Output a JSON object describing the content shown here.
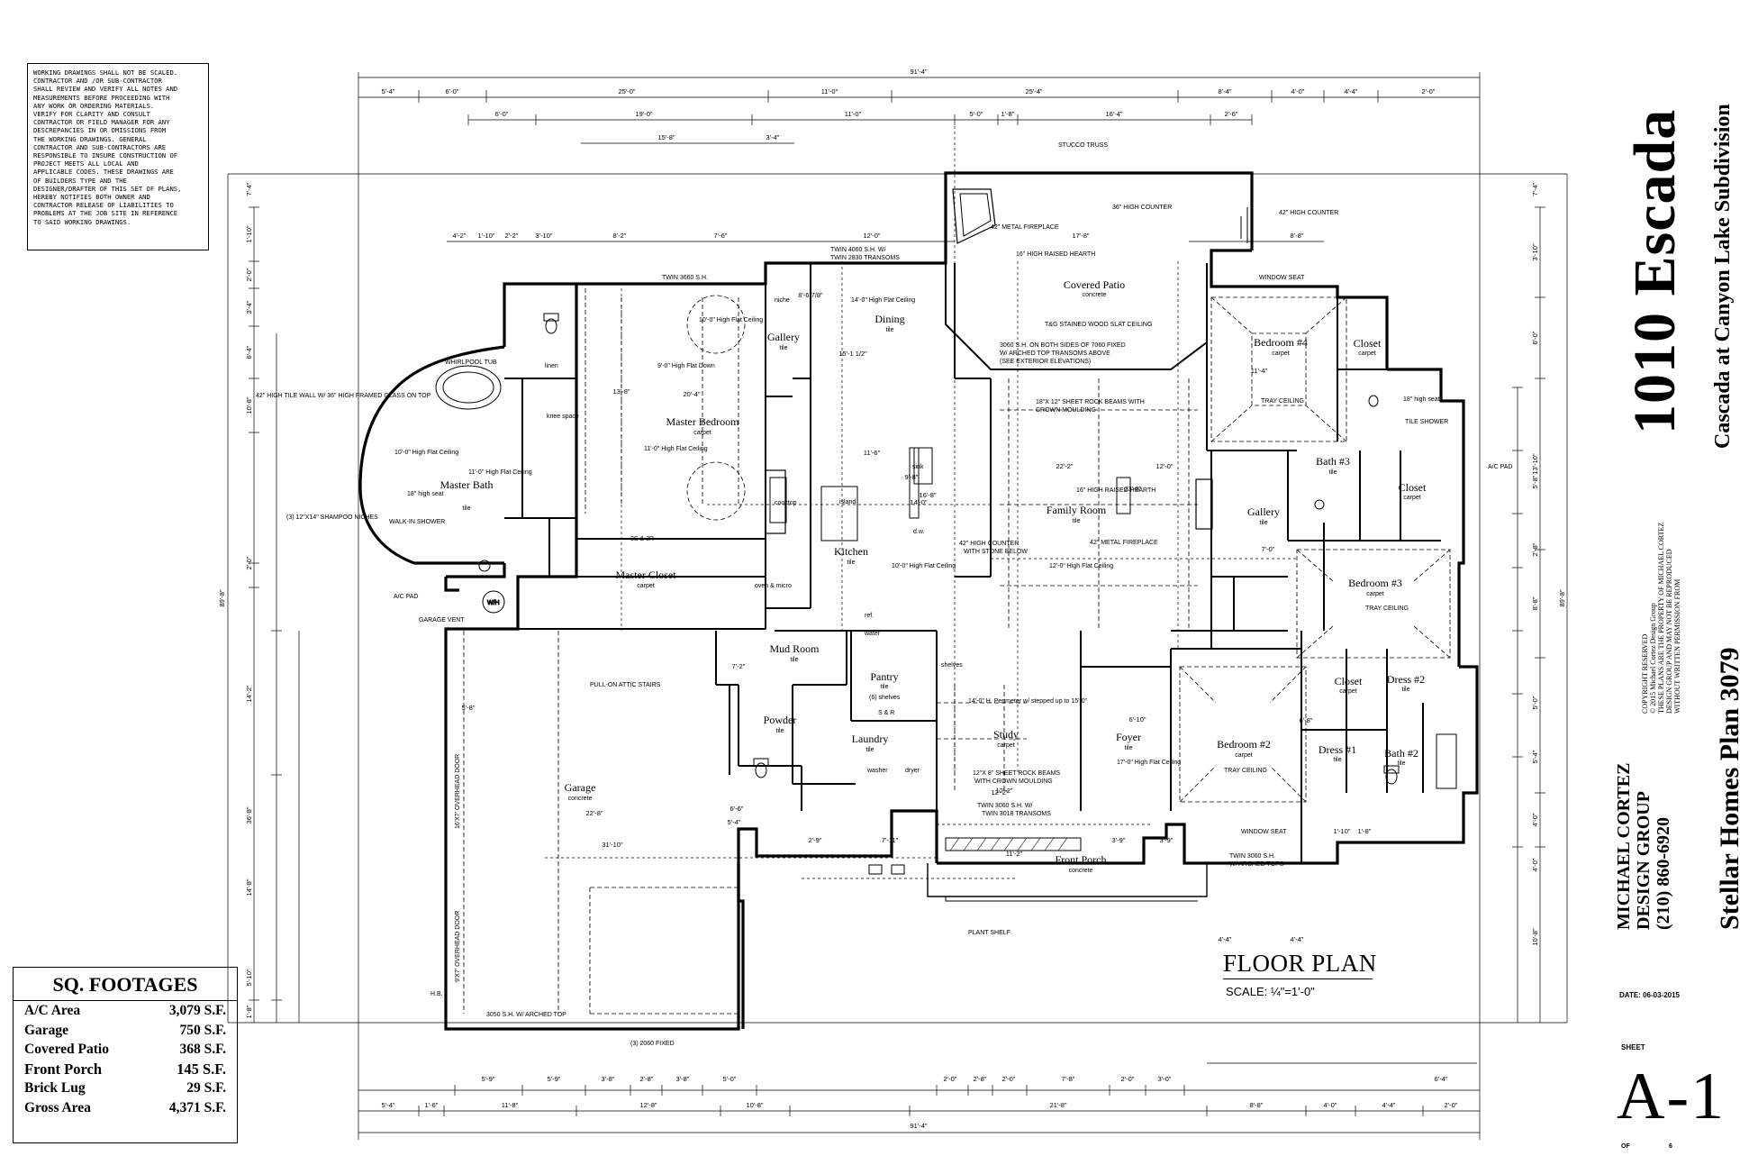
{
  "notes_box": {
    "text": "WORKING DRAWINGS SHALL NOT BE SCALED.\nCONTRACTOR AND /OR SUB-CONTRACTOR\nSHALL REVIEW AND VERIFY ALL NOTES AND\nMEASUREMENTS BEFORE PROCEEDING WITH\nANY WORK OR ORDERING MATERIALS.\nVERIFY FOR CLARITY AND CONSULT\nCONTRACTOR OR FIELD MANAGER FOR ANY\nDESCREPANCIES IN OR OMISSIONS FROM\nTHE WORKING DRAWINGS. GENERAL\nCONTRACTOR AND SUB-CONTRACTORS ARE\nRESPONSIBLE TO INSURE CONSTRUCTION OF\nPROJECT MEETS ALL LOCAL AND\nAPPLICABLE CODES. THESE DRAWINGS ARE\nOF BUILDERS TYPE AND THE\nDESIGNER/DRAFTER OF THIS SET OF PLANS,\nHEREBY NOTIFIES BOTH OWNER AND\nCONTRACTOR RELEASE OF LIABILITIES TO\nPROBLEMS AT THE JOB SITE IN REFERENCE\nTO SAID WORKING DRAWINGS."
  },
  "sq_footages": {
    "title": "SQ. FOOTAGES",
    "rows": [
      {
        "label": "A/C Area",
        "value": "3,079 S.F."
      },
      {
        "label": "Garage",
        "value": "750 S.F."
      },
      {
        "label": "Covered Patio",
        "value": "368 S.F."
      },
      {
        "label": "Front Porch",
        "value": "145 S.F."
      },
      {
        "label": "Brick Lug",
        "value": "29 S.F."
      },
      {
        "label": "Gross Area",
        "value": "4,371 S.F."
      }
    ]
  },
  "title_block": {
    "project": "1010  Escada",
    "subdivision": "Cascada at Canyon Lake Subdivision",
    "designer": "MICHAEL CORTEZ\nDESIGN GROUP\n(210) 860-6920",
    "plan": "Stellar Homes Plan 3079",
    "copyright": "COPYRIGHT RESERVED\n© 2015 Michael Cortez Design Group\nTHESE PLANS ARE THE PROPERTY OF MICHAEL CORTEZ\nDESIGN GROUP AND MAY NOT BE REPRODUCED\nWITHOUT WRITTEN PERMISSION FROM",
    "date": "DATE: 06-03-2015",
    "sheet_label": "SHEET",
    "sheet": "A-1",
    "of_label": "OF",
    "of_value": "6"
  },
  "drawing": {
    "title": "FLOOR PLAN",
    "scale": "SCALE: ¼\"=1'-0\""
  },
  "rooms": {
    "master_bedroom": {
      "name": "Master Bedroom",
      "floor": "carpet"
    },
    "master_bath": {
      "name": "Master Bath",
      "floor": "tile"
    },
    "master_closet": {
      "name": "Master Closet",
      "floor": "carpet"
    },
    "gallery_left": {
      "name": "Gallery",
      "floor": "tile"
    },
    "dining": {
      "name": "Dining",
      "floor": "tile"
    },
    "kitchen": {
      "name": "Kitchen",
      "floor": "tile"
    },
    "covered_patio": {
      "name": "Covered Patio",
      "floor": "concrete"
    },
    "family_room": {
      "name": "Family Room",
      "floor": "tile"
    },
    "bedroom4": {
      "name": "Bedroom #4",
      "floor": "carpet"
    },
    "bath3": {
      "name": "Bath #3",
      "floor": "tile"
    },
    "gallery_right": {
      "name": "Gallery",
      "floor": "tile"
    },
    "bedroom3": {
      "name": "Bedroom #3",
      "floor": "carpet"
    },
    "bedroom2": {
      "name": "Bedroom #2",
      "floor": "carpet"
    },
    "closet_b4": {
      "name": "Closet",
      "floor": "carpet"
    },
    "closet_b3": {
      "name": "Closet",
      "floor": "carpet"
    },
    "closet_b2": {
      "name": "Closet",
      "floor": "carpet"
    },
    "dress1": {
      "name": "Dress #1",
      "floor": "tile"
    },
    "dress2": {
      "name": "Dress #2",
      "floor": "tile"
    },
    "bath2": {
      "name": "Bath #2",
      "floor": "tile"
    },
    "mud_room": {
      "name": "Mud Room",
      "floor": "tile"
    },
    "pantry": {
      "name": "Pantry",
      "floor": "tile"
    },
    "powder": {
      "name": "Powder",
      "floor": "tile"
    },
    "laundry": {
      "name": "Laundry",
      "floor": "tile"
    },
    "study": {
      "name": "Study",
      "floor": "carpet"
    },
    "foyer": {
      "name": "Foyer",
      "floor": "tile"
    },
    "garage": {
      "name": "Garage",
      "floor": "concrete"
    },
    "front_porch": {
      "name": "Front Porch",
      "floor": "concrete"
    }
  },
  "notes": {
    "stucco_truss": "STUCCO TRUSS",
    "fireplace_patio": "42\" METAL FIREPLACE",
    "raised_hearth_patio": "16\" HIGH RAISED HEARTH",
    "high_counter_36": "36\" HIGH COUNTER",
    "high_counter_42": "42\" HIGH COUNTER",
    "slat_ceiling": "T&G STAINED WOOD SLAT CEILING",
    "transoms_1": "3060 S.H. ON BOTH SIDES OF 7060 FIXED",
    "transoms_2": "W/ ARCHED TOP TRANSOMS ABOVE",
    "transoms_3": "(SEE EXTERIOR ELEVATIONS)",
    "beams_1": "18\"X 12\" SHEET ROCK BEAMS WITH",
    "beams_2": "CROWN MOULDING",
    "fr_hearth": "16\" HIGH RAISED HEARTH",
    "fr_fireplace": "42\" METAL FIREPLACE",
    "fr_ceiling": "12'-0\" High Flat Ceiling",
    "dining_ceiling": "14'-0\" High Flat Ceiling",
    "kitchen_ceiling": "10'-0\" High Flat Ceiling",
    "island": "island",
    "counter_stone_1": "42\" HIGH COUNTER",
    "counter_stone_2": "WITH STONE BELOW",
    "twin_3660": "TWIN 3660 S.H.",
    "twin_4060": "TWIN 4060 S.H. W/",
    "twin_2830": "TWIN 2830 TRANSOMS",
    "window_seat": "WINDOW SEAT",
    "window_seat_b2": "WINDOW SEAT",
    "tray_ceiling_b4": "TRAY CEILING",
    "tray_ceiling_b3": "TRAY CEILING",
    "tray_ceiling_b2": "TRAY CEILING",
    "tile_shower": "TILE SHOWER",
    "seat_18": "18\" high seat",
    "ac_pad": "A/C PAD",
    "ac_pad_left": "A/C PAD",
    "garage_vent": "GARAGE VENT",
    "wh": "W/H",
    "whirlpool": "WHIRLPOOL TUB",
    "tile_ledge": "42\" HIGH TILE WALL W/ 36\" HIGH FRAMED GLASS ON TOP",
    "shampoo": "(3) 12\"X14\" SHAMPOO NICHES",
    "walkin": "WALK-IN SHOWER",
    "high_seat_18": "18\" high seat",
    "mb_ceiling_1": "10'-0\" High Flat Ceiling",
    "mb_ceiling_2": "11'-0\" High Flat Ceiling",
    "mbr_ceiling": "11'-0\" High Flat Ceiling",
    "tray_9": "9'-0\" High Flat Down",
    "tray_10": "10'-0\" High Flat Ceiling",
    "attic_stairs": "PULL-ON ATTIC STAIRS",
    "overhead_door_1": "16'X7' OVERHEAD DOOR",
    "overhead_door_2": "9'X7' OVERHEAD DOOR",
    "arched_top": "3050 S.H. W/ ARCHED TOP",
    "fixed_2060": "(3) 2060 FIXED",
    "study_beams_1": "12\"X 8\" SHEET ROCK BEAMS",
    "study_beams_2": "WITH CROWN MOULDING",
    "study_ceiling": "14'-0\" H. Perimeter w/ stepped up to 15'-0\"",
    "twin_3060_study": "TWIN 3060 S.H. W/",
    "twin_3018": "TWIN 3018 TRANSOMS",
    "twin_3060_b2": "TWIN 3060 S.H.",
    "arched_tops_b2": "W/ ARCHED TOPS",
    "plant_shelf": "PLANT SHELF",
    "shelves": "shelves",
    "washer": "washer",
    "dryer": "dryer",
    "s_r": "S & R",
    "ss_r": "3S & 3R",
    "hb": "H.B.",
    "linen": "linen",
    "knee_space": "knee space",
    "cooktop": "cooktop",
    "sink": "sink",
    "dw": "d.w.",
    "ref": "ref.",
    "water": "water",
    "oven": "oven & micro",
    "niche": "niche",
    "six_shelves": "(6) shelves",
    "foyer_ceiling": "17'-0\" High Flat Ceiling"
  },
  "dims": {
    "top_overall": "91'-4\"",
    "bottom_overall": "91'-4\"",
    "left_overall": "89'-8\"",
    "right_overall": "89'-8\"",
    "top_row1": [
      "5'-4\"",
      "6'-0\"",
      "25'-0\"",
      "11'-0\"",
      "25'-4\"",
      "8'-4\"",
      "4'-0\"",
      "4'-4\"",
      "2'-0\""
    ],
    "top_row2": [
      "6'-0\"",
      "19'-0\"",
      "11'-0\"",
      "5'-0\"",
      "1'-8\"",
      "16'-4\"",
      "2'-6\""
    ],
    "top_row3": [
      "15'-8\"",
      "3'-4\""
    ],
    "top_row4": [
      "4'-2\"",
      "1'-10\"",
      "2'-2\"",
      "3'-10\"",
      "8'-2\"",
      "7'-6\"",
      "12'-0\"",
      "17'-8\"",
      "8'-8\""
    ],
    "bottom_row1": [
      "5'-4\"",
      "1'-6\"",
      "11'-8\"",
      "12'-8\"",
      "10'-8\"",
      "21'-8\"",
      "8'-8\"",
      "4'-0\"",
      "4'-4\"",
      "2'-0\""
    ],
    "bottom_row2": [
      "5'-9\"",
      "5'-9\"",
      "3'-8\"",
      "2'-8\"",
      "3'-8\"",
      "5'-0\"",
      "2'-0\"",
      "2'-8\"",
      "2'-0\"",
      "7'-8\"",
      "2'-0\"",
      "3'-0\"",
      "6'-4\""
    ],
    "left_col": [
      "7'-4\"",
      "1'-10\"",
      "2'-0\"",
      "3'-4\"",
      "6'-4\"",
      "10'-8\"",
      "2'-0\"",
      "14'-2\"",
      "36'-8\"",
      "14'-8\"",
      "5'-10\"",
      "1'-8\""
    ],
    "right_col": [
      "7'-4\"",
      "3'-10\"",
      "6'-0\"",
      "13'-10\"",
      "5'-8\"",
      "2'-8\"",
      "8'-8\"",
      "5'-0\"",
      "5'-4\"",
      "4'-0\"",
      "4'-0\"",
      "10'-8\""
    ],
    "inner": [
      "22'-2\"",
      "23'-8\"",
      "12'-0\"",
      "15'-1 1/2\"",
      "8'-6 7/8\"",
      "11'-6\"",
      "9'-8\"",
      "20'-4\"",
      "13'-8\"",
      "11'-4\"",
      "16'-8\"",
      "22'-8\"",
      "31'-10\"",
      "12'-2\"",
      "6'-6\"",
      "5'-4\"",
      "2'-9\"",
      "7'-11\"",
      "11'-2\"",
      "3'-9\"",
      "3'-9\"",
      "6'-10\"",
      "12'-2\"",
      "7'-0\"",
      "6'-8\"",
      "4'-4\"",
      "4'-4\"",
      "1'-10\"",
      "1'-8\"",
      "5'-8\"",
      "7'-2\"",
      "14'-0\""
    ]
  }
}
